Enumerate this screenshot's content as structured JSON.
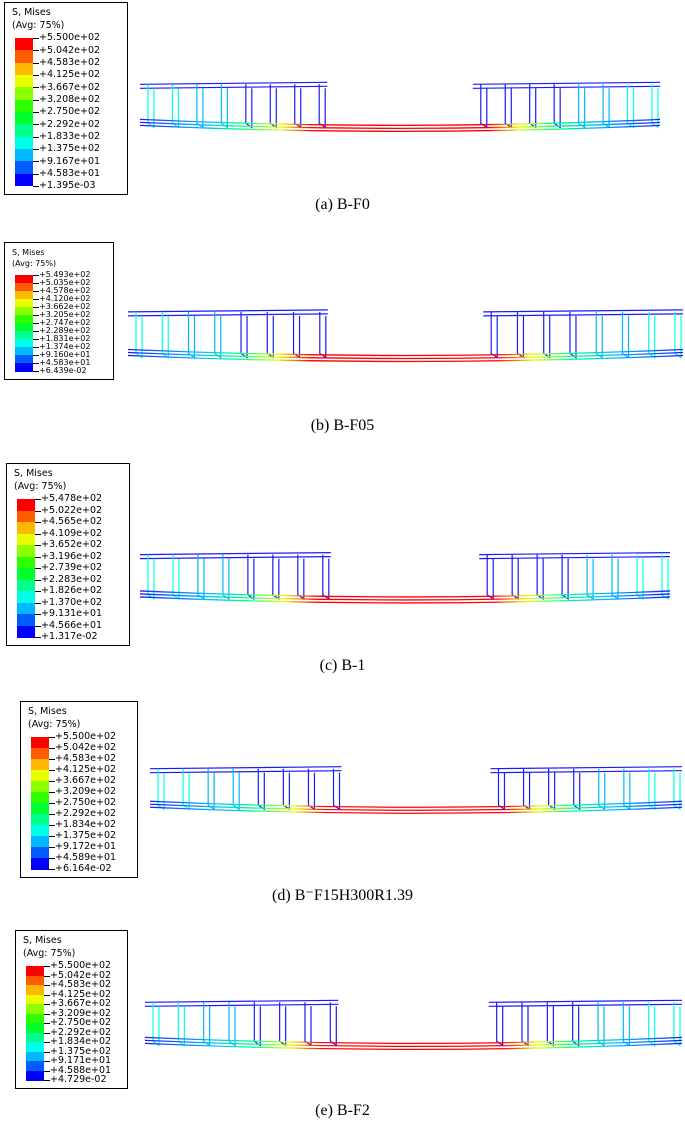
{
  "colors": [
    "#0000ff",
    "#005cff",
    "#00b8ff",
    "#00ffe8",
    "#00ff8c",
    "#00ff2e",
    "#2eff00",
    "#8cff00",
    "#e8ff00",
    "#ffb800",
    "#ff5c00",
    "#ff0000"
  ],
  "panels": [
    {
      "legend_title_1": "S, Mises",
      "legend_title_2": "(Avg: 75%)",
      "values": [
        "+5.500e+02",
        "+5.042e+02",
        "+4.583e+02",
        "+4.125e+02",
        "+3.667e+02",
        "+3.208e+02",
        "+2.750e+02",
        "+2.292e+02",
        "+1.833e+02",
        "+1.375e+02",
        "+9.167e+01",
        "+4.583e+01",
        "+1.395e-03"
      ],
      "caption": "(a) B-F0"
    },
    {
      "legend_title_1": "S, Mises",
      "legend_title_2": "(Avg: 75%)",
      "values": [
        "+5.493e+02",
        "+5.035e+02",
        "+4.578e+02",
        "+4.120e+02",
        "+3.662e+02",
        "+3.205e+02",
        "+2.747e+02",
        "+2.289e+02",
        "+1.831e+02",
        "+1.374e+02",
        "+9.160e+01",
        "+4.583e+01",
        "+6.439e-02"
      ],
      "caption": "(b) B-F05"
    },
    {
      "legend_title_1": "S, Mises",
      "legend_title_2": "(Avg: 75%)",
      "values": [
        "+5.478e+02",
        "+5.022e+02",
        "+4.565e+02",
        "+4.109e+02",
        "+3.652e+02",
        "+3.196e+02",
        "+2.739e+02",
        "+2.283e+02",
        "+1.826e+02",
        "+1.370e+02",
        "+9.131e+01",
        "+4.566e+01",
        "+1.317e-02"
      ],
      "caption": "(c) B-1"
    },
    {
      "legend_title_1": "S, Mises",
      "legend_title_2": "(Avg: 75%)",
      "values": [
        "+5.500e+02",
        "+5.042e+02",
        "+4.583e+02",
        "+4.125e+02",
        "+3.667e+02",
        "+3.209e+02",
        "+2.750e+02",
        "+2.292e+02",
        "+1.834e+02",
        "+1.375e+02",
        "+9.172e+01",
        "+4.589e+01",
        "+6.164e-02"
      ],
      "caption": "(d) B⁻F15H300R1.39"
    },
    {
      "legend_title_1": "S, Mises",
      "legend_title_2": "(Avg: 75%)",
      "values": [
        "+5.500e+02",
        "+5.042e+02",
        "+4.583e+02",
        "+4.125e+02",
        "+3.667e+02",
        "+3.209e+02",
        "+2.750e+02",
        "+2.292e+02",
        "+1.834e+02",
        "+1.375e+02",
        "+9.171e+01",
        "+4.588e+01",
        "+4.729e-02"
      ],
      "caption": "(e) B-F2"
    }
  ]
}
